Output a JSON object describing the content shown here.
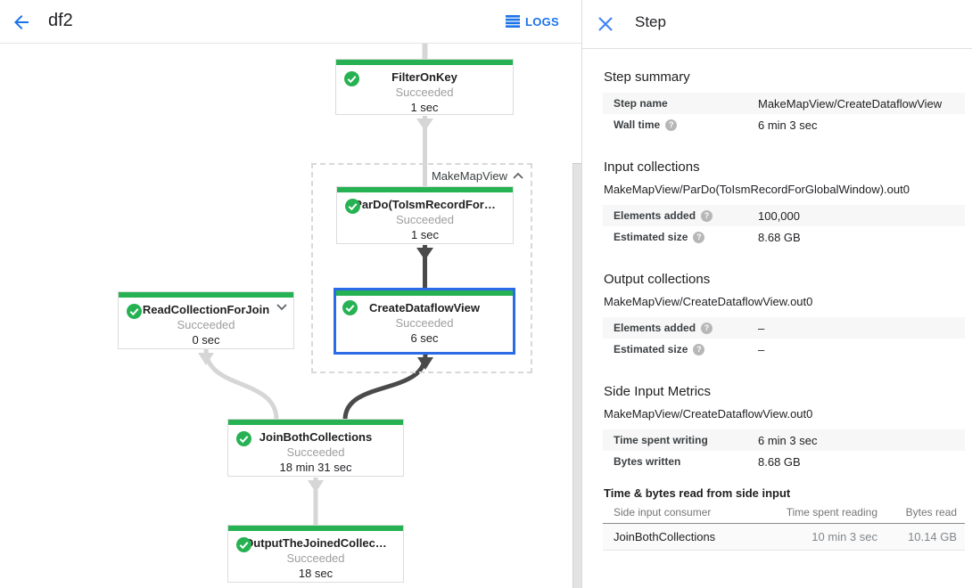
{
  "topbar": {
    "title": "df2",
    "logs_label": "LOGS"
  },
  "colors": {
    "green": "#26b253",
    "selection_blue": "#2b6be8",
    "accent_blue": "#1a73e8",
    "edge_light": "#d6d6d6",
    "edge_dark": "#4a4a4a"
  },
  "graph": {
    "group_label": "MakeMapView",
    "nodes": [
      {
        "title": "FilterOnKey",
        "status": "Succeeded",
        "duration": "1 sec"
      },
      {
        "title": "ParDo(ToIsmRecordFor…",
        "status": "Succeeded",
        "duration": "1 sec"
      },
      {
        "title": "CreateDataflowView",
        "status": "Succeeded",
        "duration": "6 sec",
        "selected": true
      },
      {
        "title": "ReadCollectionForJoin",
        "status": "Succeeded",
        "duration": "0 sec"
      },
      {
        "title": "JoinBothCollections",
        "status": "Succeeded",
        "duration": "18 min 31 sec"
      },
      {
        "title": "OutputTheJoinedCollec…",
        "status": "Succeeded",
        "duration": "18 sec"
      }
    ]
  },
  "panel": {
    "title": "Step",
    "step_summary": {
      "heading": "Step summary",
      "rows": [
        {
          "label": "Step name",
          "value": "MakeMapView/CreateDataflowView"
        },
        {
          "label": "Wall time",
          "value": "6 min 3 sec"
        }
      ]
    },
    "input_collections": {
      "heading": "Input collections",
      "subtitle": "MakeMapView/ParDo(ToIsmRecordForGlobalWindow).out0",
      "rows": [
        {
          "label": "Elements added",
          "value": "100,000"
        },
        {
          "label": "Estimated size",
          "value": "8.68 GB"
        }
      ]
    },
    "output_collections": {
      "heading": "Output collections",
      "subtitle": "MakeMapView/CreateDataflowView.out0",
      "rows": [
        {
          "label": "Elements added",
          "value": "–"
        },
        {
          "label": "Estimated size",
          "value": "–"
        }
      ]
    },
    "side_input_metrics": {
      "heading": "Side Input Metrics",
      "subtitle": "MakeMapView/CreateDataflowView.out0",
      "rows": [
        {
          "label": "Time spent writing",
          "value": "6 min 3 sec"
        },
        {
          "label": "Bytes written",
          "value": "8.68 GB"
        }
      ]
    },
    "side_input_table": {
      "heading": "Time & bytes read from side input",
      "columns": [
        "Side input consumer",
        "Time spent reading",
        "Bytes read"
      ],
      "rows": [
        {
          "consumer": "JoinBothCollections",
          "time": "10 min 3 sec",
          "bytes": "10.14 GB"
        }
      ]
    }
  }
}
